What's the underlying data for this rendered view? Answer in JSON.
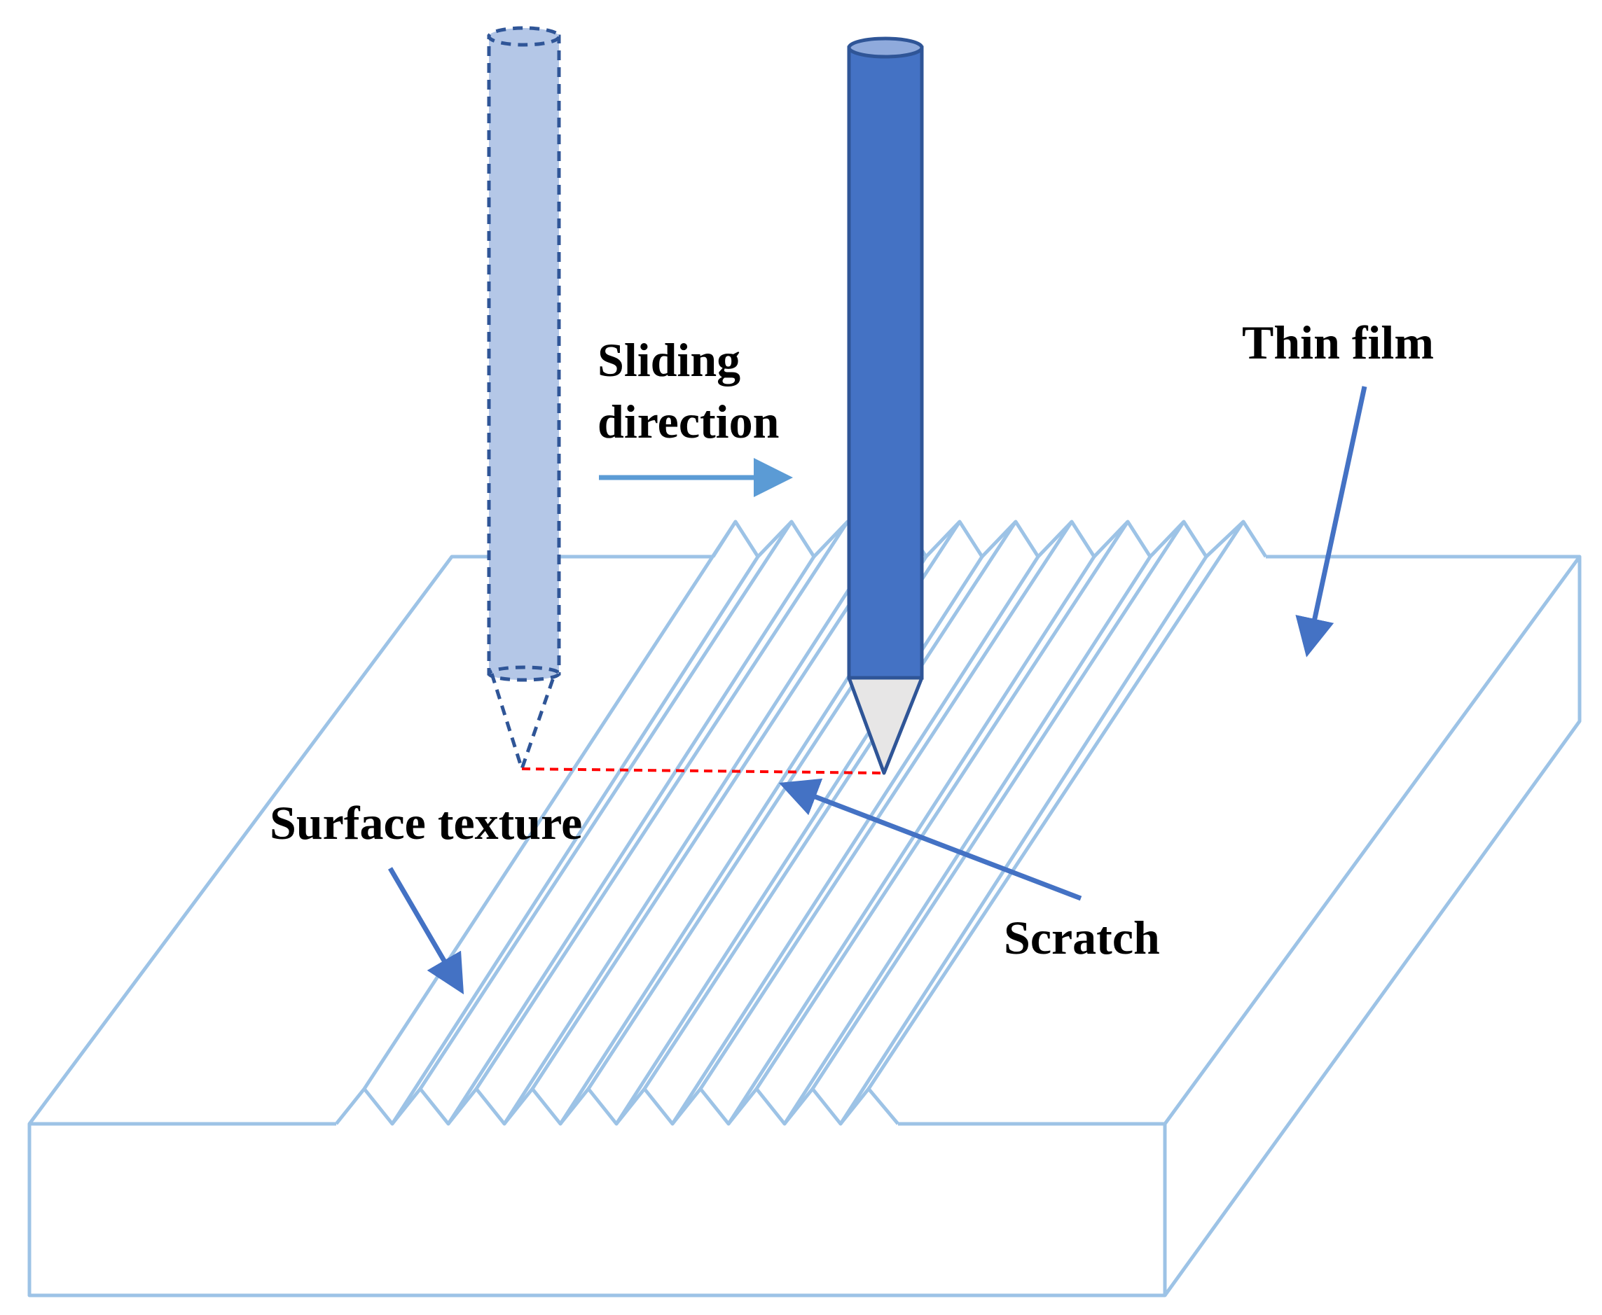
{
  "labels": {
    "sliding_line1": "Sliding",
    "sliding_line2": "direction",
    "thin_film": "Thin film",
    "surface_texture": "Surface texture",
    "scratch": "Scratch"
  },
  "colors": {
    "substrate_outline": "#9dc3e6",
    "stylus_fill": "#4472c4",
    "stylus_stroke": "#2f5597",
    "stylus_ghost_fill": "#b4c7e7",
    "stylus_tip": "#e7e6e6",
    "arrow": "#4472c4",
    "direction_arrow": "#5b9bd5",
    "scratch_line": "#ff0000"
  }
}
